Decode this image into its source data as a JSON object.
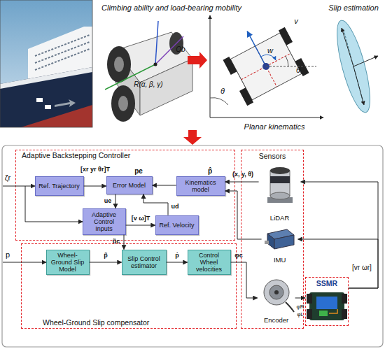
{
  "diagram": {
    "nodes": [
      {
        "text": [
          "Adaptive Backstepping Controller"
        ]
      },
      {
        "text": [
          "Ref. Trajectory"
        ],
        "in": 0
      },
      {
        "text": [
          "Error Model"
        ],
        "in": 0
      },
      {
        "text": [
          "Kinematics model"
        ],
        "in": 0
      },
      {
        "text": [
          "Adaptive Control Inputs"
        ],
        "in": 0
      },
      {
        "text": [
          "Ref. Velocity"
        ],
        "in": 0
      },
      {
        "text": [
          "Sensors"
        ]
      },
      {
        "text": [
          "LiDAR"
        ],
        "in": 6
      },
      {
        "text": [
          "IMU"
        ],
        "in": 6
      },
      {
        "text": [
          "Encoder"
        ],
        "in": 6
      },
      {
        "text": [
          "Wheel-Ground Slip compensator"
        ]
      },
      {
        "text": [
          "Wheel-Ground Slip Model"
        ],
        "in": 10
      },
      {
        "text": [
          "Slip Control estimator"
        ],
        "in": 10
      },
      {
        "text": [
          "Control Wheel velocities"
        ],
        "in": 10
      },
      {
        "text": [
          "SSMR"
        ]
      }
    ],
    "edges": [
      {
        "from": 1,
        "to": 2,
        "arrow": "to",
        "label": "[xr yr θr]T"
      },
      {
        "from": 3,
        "to": 2,
        "arrow": "to"
      },
      {
        "from": 2,
        "to": 4,
        "arrow": "to",
        "label": "ue"
      },
      {
        "from": 5,
        "to": 2,
        "arrow": "to",
        "label": "ud"
      },
      {
        "from": 4,
        "to": 5,
        "arrow": "to",
        "label": "[v ω]T"
      },
      {
        "from": 4,
        "to": 12,
        "arrow": "to",
        "label": "ũc"
      },
      {
        "from": 11,
        "to": 12,
        "arrow": "to",
        "label": "p̃"
      },
      {
        "from": 12,
        "to": 13,
        "arrow": "to",
        "label": "ṗ"
      },
      {
        "from": 13,
        "to": 9,
        "arrow": "to",
        "label": "φc"
      },
      {
        "from": 9,
        "to": 14,
        "arrow": "to"
      },
      {
        "from": 14,
        "to": 7,
        "arrow": "to"
      },
      {
        "from": 14,
        "to": 8,
        "arrow": "to"
      },
      {
        "from": 7,
        "to": 3,
        "arrow": "to",
        "label": "(x, y, θ)"
      },
      {
        "from": 8,
        "to": 3,
        "arrow": "to"
      }
    ],
    "labels": [
      "Climbing ability and load-bearing mobility",
      "Ob",
      "R(α, β, γ)",
      "v",
      "w",
      "θ",
      "θ",
      "Planar kinematics",
      "Slip estimation",
      "ζr",
      "pe",
      "p̂",
      "p",
      "φR",
      "φL",
      "[vr ωr]"
    ]
  }
}
